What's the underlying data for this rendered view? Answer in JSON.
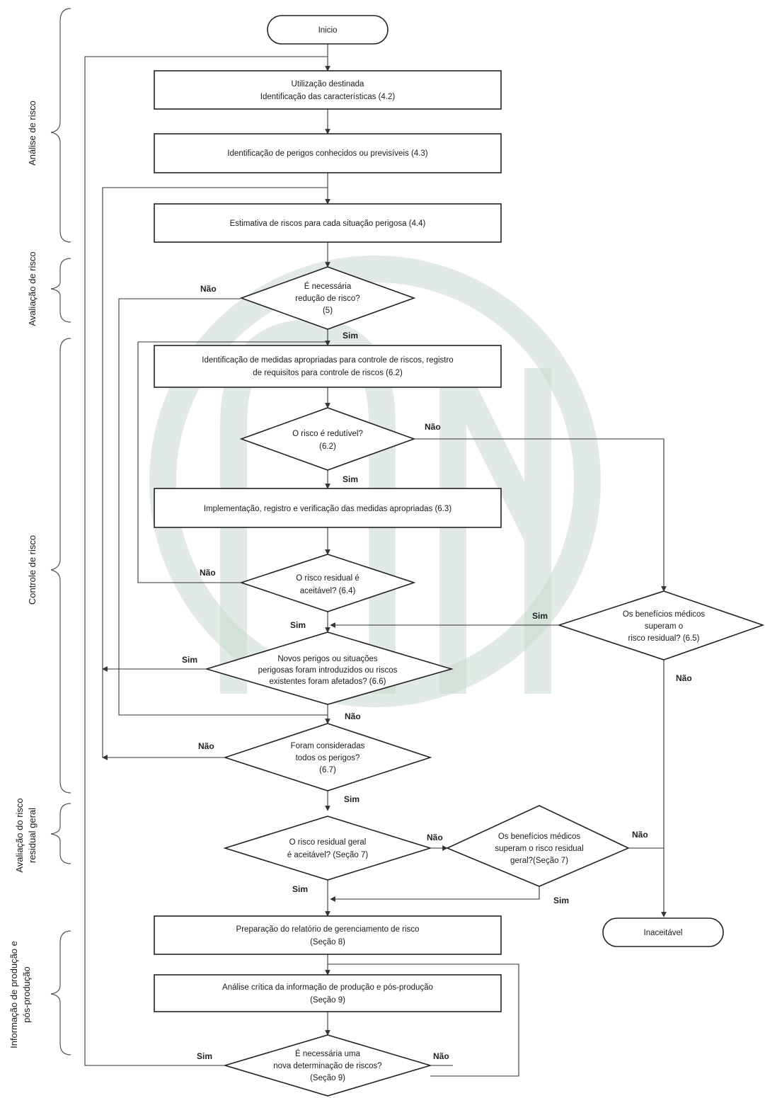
{
  "phases": {
    "analise": "Análise de risco",
    "avaliacao": "Avaliação de risco",
    "controle": "Controle de risco",
    "residual_1": "Avaliação do risco",
    "residual_2": "residual geral",
    "producao_1": "Informação de produção e",
    "producao_2": "pós-produção"
  },
  "nodes": {
    "inicio": "Inicio",
    "utilizacao_1": "Utilização destinada",
    "utilizacao_2": "Identificação das características (4.2)",
    "perigos": "Identificação de perigos conhecidos ou previsíveis (4.3)",
    "estimativa": "Estimativa de riscos para cada situação perigosa (4.4)",
    "reducao_1": "É necessária",
    "reducao_2": "redução de risco?",
    "reducao_3": "(5)",
    "medidas_1": "Identificação de medidas apropriadas para controle de riscos, registro",
    "medidas_2": "de requisitos para controle de riscos (6.2)",
    "redutivel_1": "O risco é redutível?",
    "redutivel_2": "(6.2)",
    "implementacao": "Implementação, registro e verificação das medidas apropriadas (6.3)",
    "residual_1": "O risco residual é",
    "residual_2": "aceitável? (6.4)",
    "beneficios_1": "Os benefícios médicos",
    "beneficios_2": "superam o",
    "beneficios_3": "risco residual? (6.5)",
    "novos_1": "Novos perigos ou situações",
    "novos_2": "perigosas foram introduzidos ou riscos",
    "novos_3": "existentes foram afetados? (6.6)",
    "todos_1": "Foram consideradas",
    "todos_2": "todos os perigos?",
    "todos_3": "(6.7)",
    "geral_1": "O risco residual geral",
    "geral_2": "é aceitável? (Seção 7)",
    "benef_geral_1": "Os benefícios médicos",
    "benef_geral_2": "superam o risco residual",
    "benef_geral_3": "geral?(Seção 7)",
    "inaceitavel": "Inaceitável",
    "relatorio_1": "Preparação do relatório de gerenciamento de risco",
    "relatorio_2": "(Seção 8)",
    "critica_1": "Análise crítica da informação de produção e pós-produção",
    "critica_2": "(Seção 9)",
    "nova_1": "É necessária uma",
    "nova_2": "nova determinação de riscos?",
    "nova_3": "(Seção 9)"
  },
  "edges": {
    "nao": "Não",
    "sim": "Sim"
  },
  "colors": {
    "line": "#333333",
    "watermark": "#c9d9cf"
  }
}
